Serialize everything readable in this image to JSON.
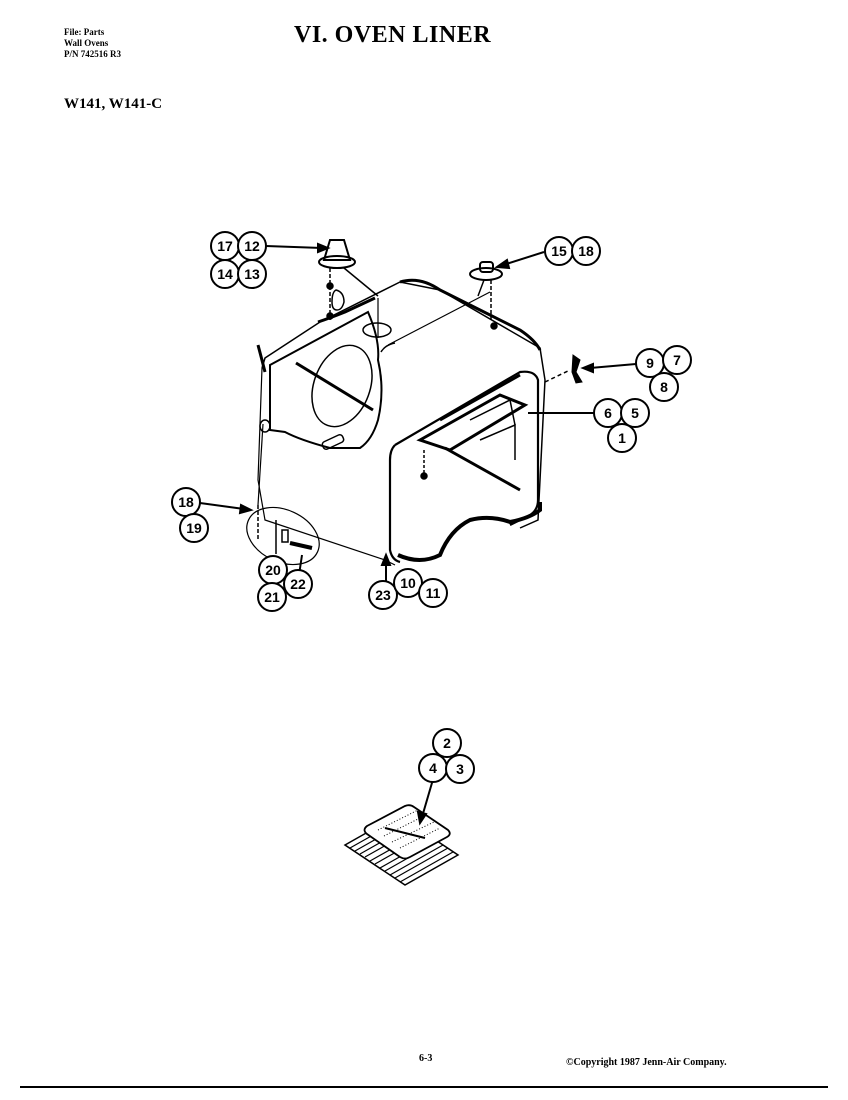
{
  "header": {
    "meta_lines": [
      "File: Parts",
      "Wall Ovens",
      "P/N 742516 R3"
    ],
    "title": "VI.  OVEN LINER",
    "models": "W141, W141-C"
  },
  "diagram": {
    "name": "oven-liner-exploded-view",
    "callout_groups": [
      {
        "name": "lamp-assembly",
        "numbers": [
          "17",
          "12",
          "14",
          "13"
        ]
      },
      {
        "name": "rear-light-socket",
        "numbers": [
          "15",
          "18"
        ]
      },
      {
        "name": "wire-harness",
        "numbers": [
          "9",
          "7",
          "8"
        ]
      },
      {
        "name": "bake-element",
        "numbers": [
          "6",
          "5",
          "1"
        ]
      },
      {
        "name": "side-bracket",
        "numbers": [
          "18",
          "19"
        ]
      },
      {
        "name": "hinge-hardware",
        "numbers": [
          "20",
          "22",
          "21"
        ]
      },
      {
        "name": "liner-frame",
        "numbers": [
          "23",
          "10",
          "11"
        ]
      },
      {
        "name": "broiler-pan",
        "numbers": [
          "2",
          "4",
          "3"
        ]
      }
    ]
  },
  "footer": {
    "page_number": "6-3",
    "copyright": "©Copyright 1987 Jenn-Air Company."
  }
}
